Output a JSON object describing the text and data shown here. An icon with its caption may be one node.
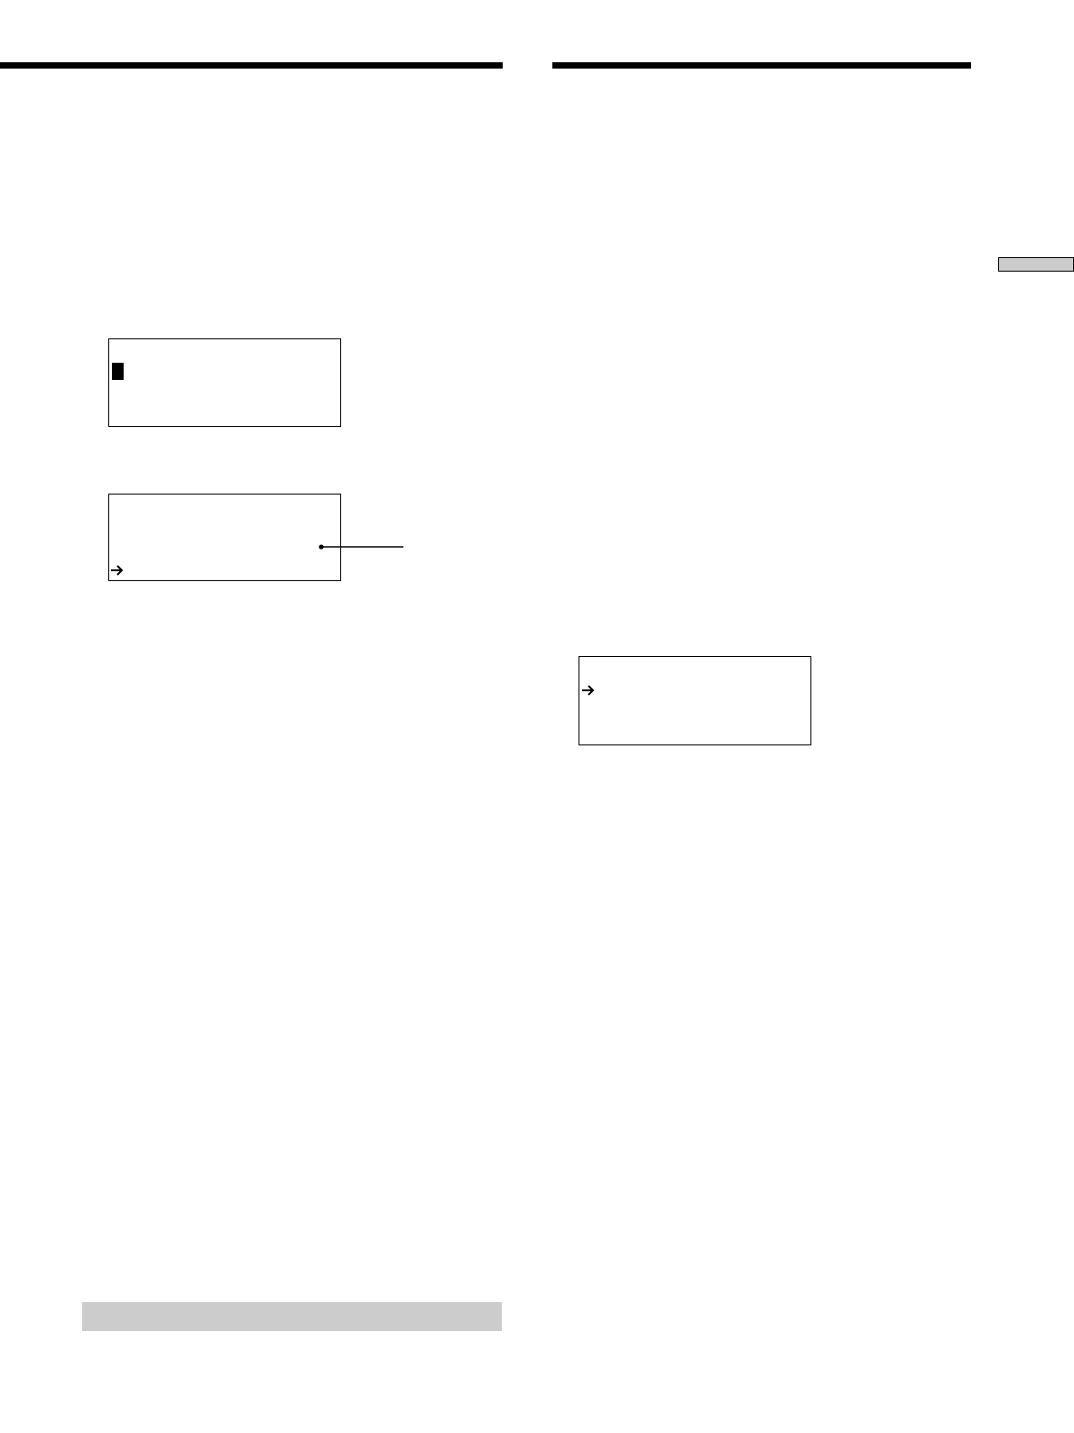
{
  "diagram": {
    "nodes": [
      {
        "text": [],
        "shape": "box"
      },
      {
        "text": [],
        "shape": "box"
      },
      {
        "text": [],
        "shape": "bar"
      },
      {
        "text": [],
        "shape": "bar"
      },
      {
        "text": [],
        "shape": "box"
      }
    ],
    "edges": [
      {
        "from": null,
        "to": 1,
        "arrow": "other"
      }
    ]
  }
}
